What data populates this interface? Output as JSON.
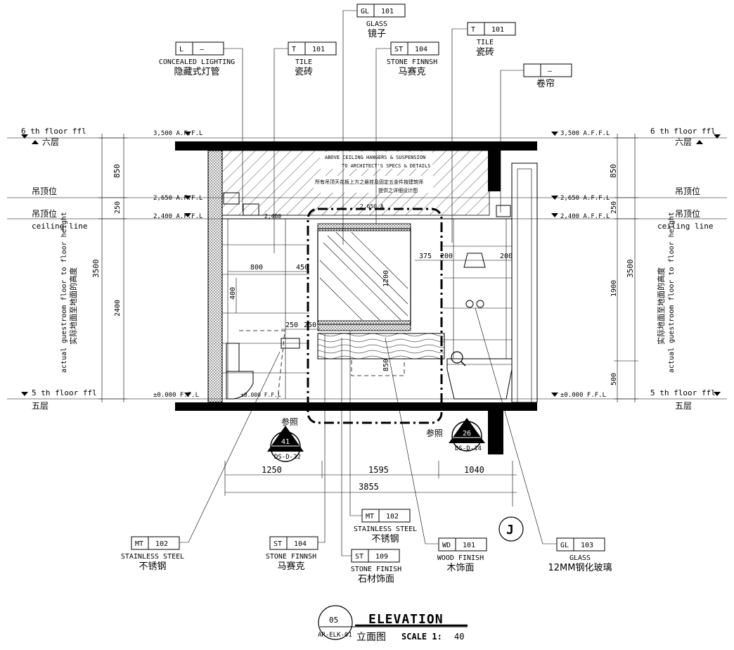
{
  "callouts_top": [
    {
      "code": "L",
      "num": "–",
      "en": "CONCEALED LIGHTING",
      "cn": "隐藏式灯管"
    },
    {
      "code": "T",
      "num": "101",
      "en": "TILE",
      "cn": "瓷砖"
    },
    {
      "code": "GL",
      "num": "101",
      "en": "GLASS",
      "cn": "镜子"
    },
    {
      "code": "ST",
      "num": "104",
      "en": "STONE FINNSH",
      "cn": "马赛克"
    },
    {
      "code": "T",
      "num": "101",
      "en": "TILE",
      "cn": "瓷砖"
    },
    {
      "code": "",
      "num": "–",
      "en": "",
      "cn": "卷帘"
    }
  ],
  "levels": {
    "floor6_en": "6  th  floor  ffl",
    "floor6_cn": "六层",
    "ceiling_cn": "吊顶位",
    "ceiling_en": "ceiling line",
    "floor5_en": "5  th  floor  ffl",
    "floor5_cn": "五层",
    "l3500": "3,500 A.F.F.L",
    "l2650": "2,650 A.F.F.L",
    "l2400": "2,400 A.F.F.L",
    "l0": "±0.000 F.F.L",
    "l2400_mid": "2,400",
    "l2650_mid": "2,650 A",
    "l0_mid": "±0.000 F.F.L"
  },
  "dims_left": {
    "d850": "850",
    "d250": "250",
    "d3500": "3500",
    "d2400": "2400"
  },
  "dims_right": {
    "d850": "850",
    "d250": "250",
    "d3500": "3500",
    "d1900": "1900",
    "d500": "500"
  },
  "side_note_en": "actual guestroom floor to floor height",
  "side_note_cn": "实际地面至地面的高度",
  "ceiling_note": {
    "en1": "ABOVE CEILING HANGERS & SUSPENSION",
    "en2": "TO ARCHITECT'S SPECS & DETAILS",
    "cn1": "所有吊顶天花板上方之悬挂及固定五金件按建筑师",
    "cn2": "提供之详细设计图"
  },
  "inner_dims": {
    "d800": "800",
    "d450": "450",
    "d400": "400",
    "d250a": "250",
    "d250b": "250",
    "d1200": "1200",
    "d375": "375",
    "d200a": "200",
    "d200b": "200",
    "d850": "850"
  },
  "refs": [
    {
      "label": "参照",
      "num": "41",
      "sheet": "DS-D-22"
    },
    {
      "label": "参照",
      "num": "26",
      "sheet": "DS-D-14"
    }
  ],
  "bottom_dims": {
    "d1250": "1250",
    "d1595": "1595",
    "d1040": "1040",
    "total": "3855"
  },
  "grid_marker": "J",
  "callouts_bottom": [
    {
      "code": "MT",
      "num": "102",
      "en": "STAINLESS STEEL",
      "cn": "不锈钢"
    },
    {
      "code": "ST",
      "num": "104",
      "en": "STONE FINNSH",
      "cn": "马赛克"
    },
    {
      "code": "MT",
      "num": "102",
      "en": "STAINLESS STEEL",
      "cn": "不锈钢"
    },
    {
      "code": "ST",
      "num": "109",
      "en": "STONE FINISH",
      "cn": "石材饰面"
    },
    {
      "code": "WD",
      "num": "101",
      "en": "WOOD FINISH",
      "cn": "木饰面"
    },
    {
      "code": "GL",
      "num": "103",
      "en": "GLASS",
      "cn": "12MM钢化玻璃"
    }
  ],
  "title_block": {
    "num": "05",
    "sheet": "AR-ELK-01",
    "title_en": "ELEVATION",
    "title_cn": "立面图",
    "scale_label": "SCALE 1:",
    "scale_value": "40"
  }
}
